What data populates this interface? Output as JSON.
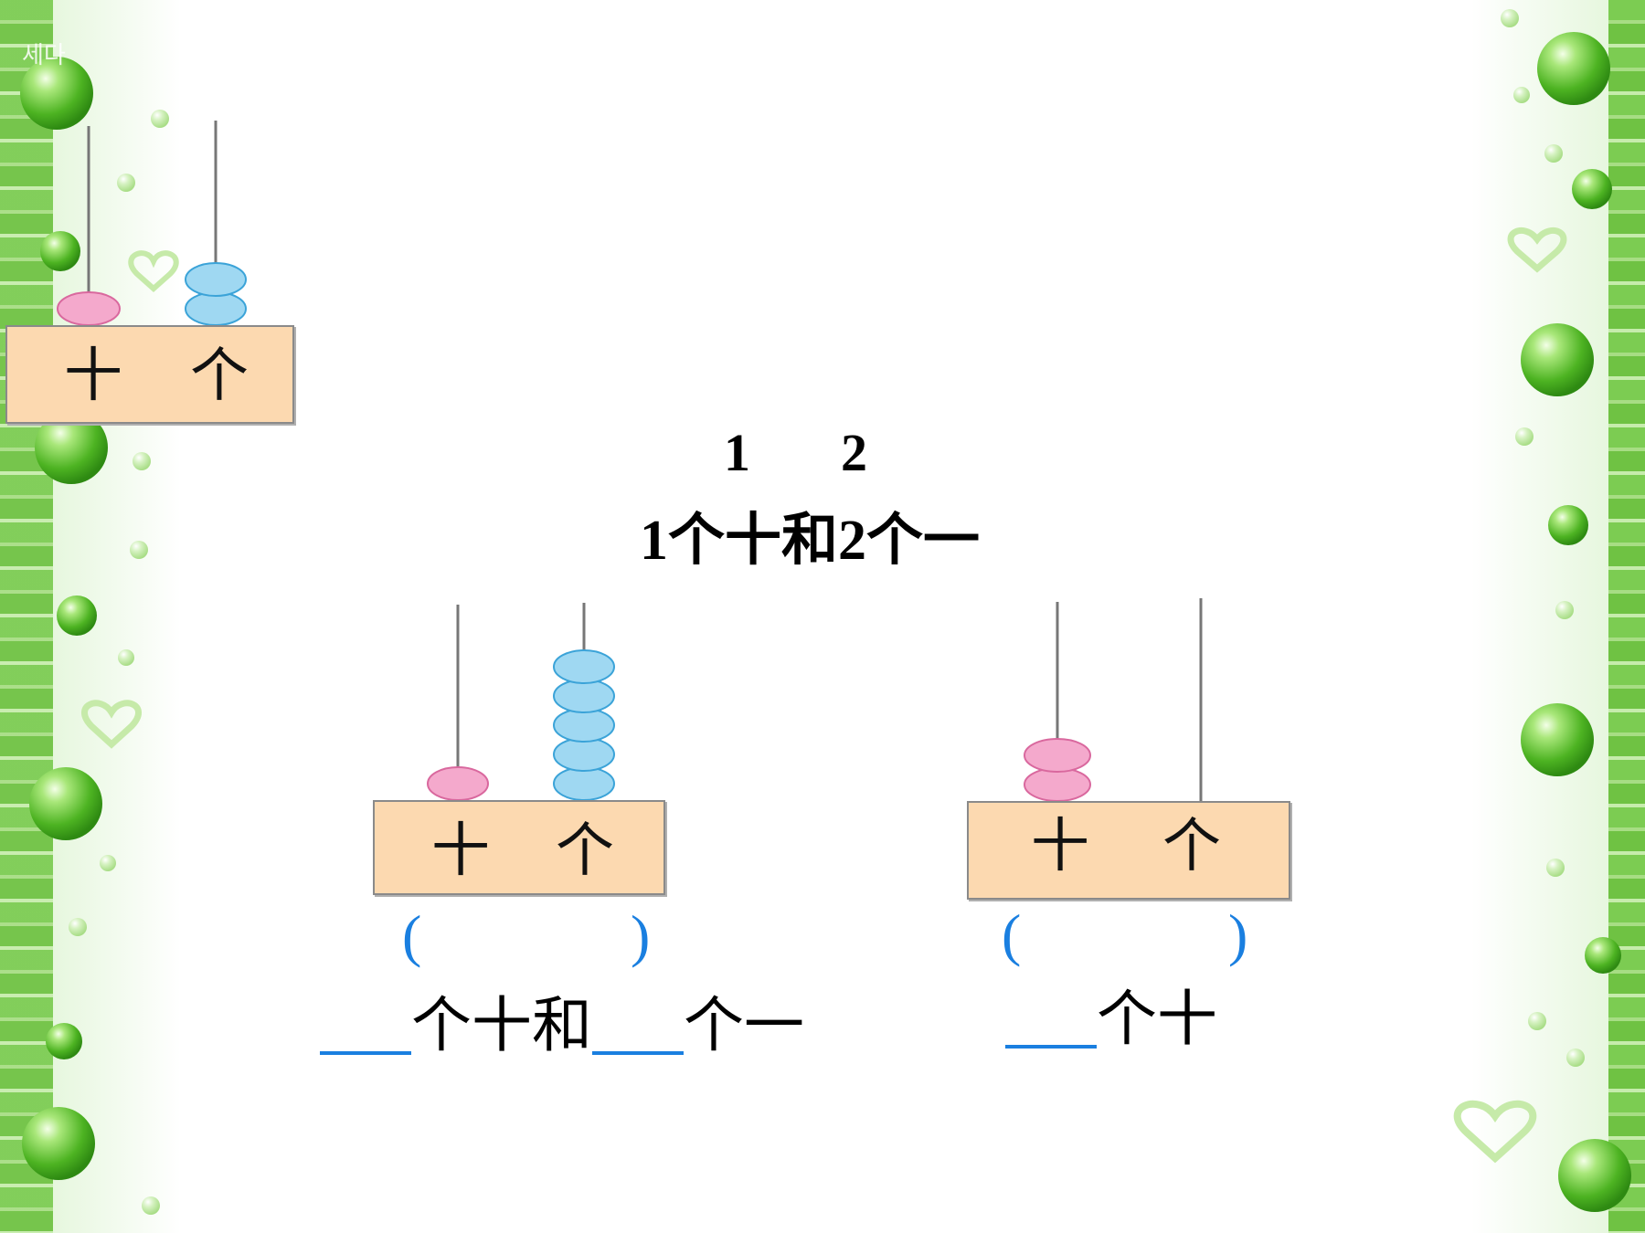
{
  "corner_mark": "세다",
  "example_abacus": {
    "tens_label": "十",
    "ones_label": "个",
    "tens_beads": 1,
    "ones_beads": 2
  },
  "digits": {
    "tens_digit": "1",
    "ones_digit": "2"
  },
  "caption": "1个十和2个一",
  "exercise_left": {
    "tens_label": "十",
    "ones_label": "个",
    "tens_beads": 1,
    "ones_beads": 5,
    "paren_open": "(",
    "paren_close": ")",
    "text_part1": "个十和",
    "text_part2": "个一"
  },
  "exercise_right": {
    "tens_label": "十",
    "ones_label": "个",
    "tens_beads": 2,
    "ones_beads": 0,
    "paren_open": "(",
    "paren_close": ")",
    "text_part1": "个十"
  },
  "colors": {
    "tens_bead": "#f4a9cc",
    "ones_bead": "#9fd8f2",
    "base": "#fcd9b0",
    "accent_blue": "#1a7fe0",
    "border_green": "#7ccc52"
  }
}
